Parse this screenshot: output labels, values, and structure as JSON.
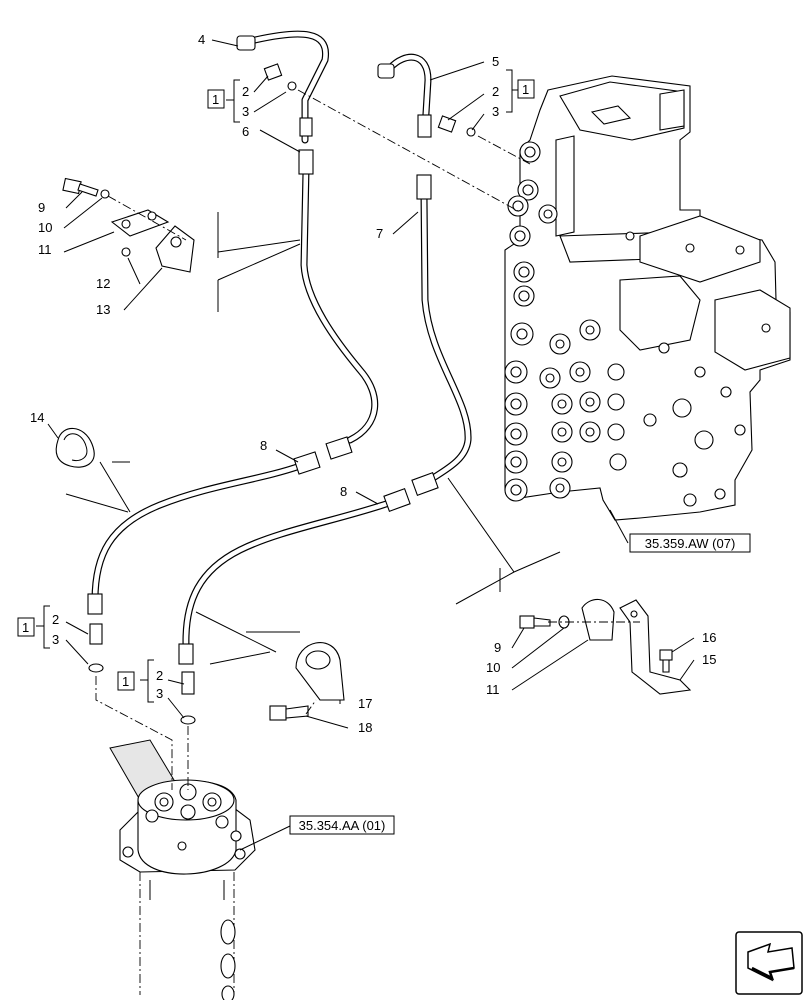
{
  "callouts": {
    "n1": "1",
    "n2": "2",
    "n3": "3",
    "n4": "4",
    "n5": "5",
    "n6": "6",
    "n7": "7",
    "n8": "8",
    "n9": "9",
    "n10": "10",
    "n11": "11",
    "n12": "12",
    "n13": "13",
    "n14": "14",
    "n15": "15",
    "n16": "16",
    "n17": "17",
    "n18": "18"
  },
  "references": {
    "valve_ref": "35.359.AW (07)",
    "swivel_ref": "35.354.AA (01)"
  },
  "icons": {
    "nav": "next-page-arrow-icon"
  }
}
